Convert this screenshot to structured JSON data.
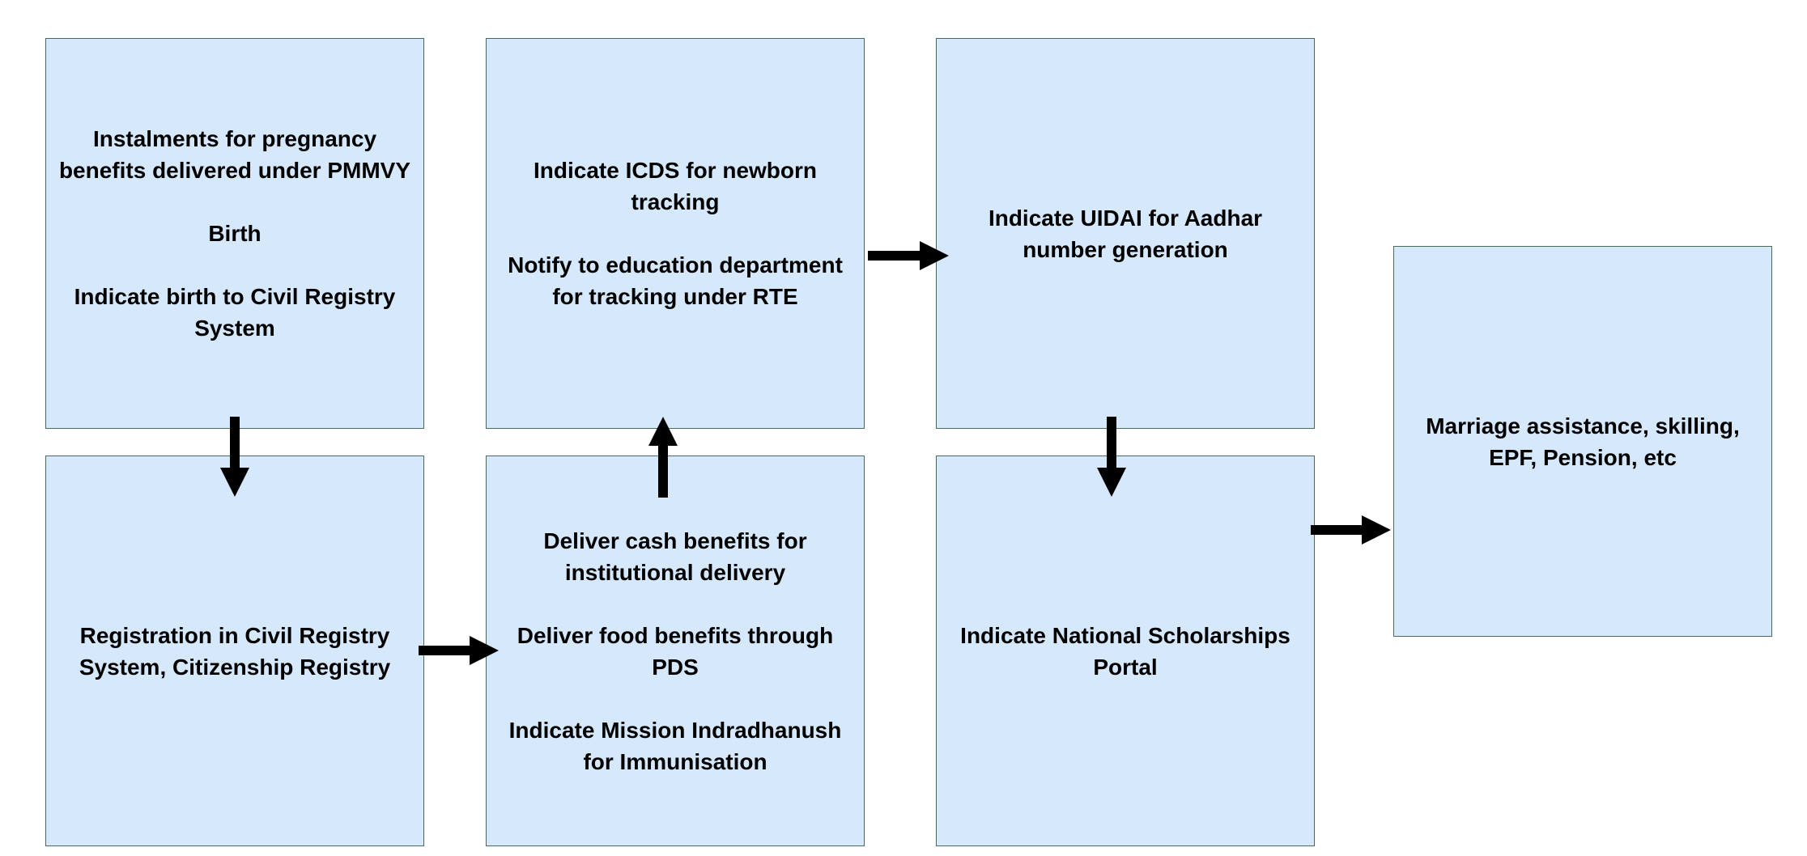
{
  "diagram": {
    "boxes": [
      {
        "id": "pmmvy-birth",
        "lines": [
          "Instalments for pregnancy benefits delivered under PMMVY",
          "Birth",
          "Indicate birth to Civil Registry System"
        ]
      },
      {
        "id": "civil-registration",
        "lines": [
          "Registration in Civil Registry System, Citizenship Registry"
        ]
      },
      {
        "id": "cash-food-immunisation",
        "lines": [
          "Deliver cash benefits for institutional delivery",
          "Deliver food benefits through PDS",
          "Indicate Mission Indradhanush for Immunisation"
        ]
      },
      {
        "id": "icds-rte",
        "lines": [
          "Indicate ICDS for newborn tracking",
          "Notify to education department for tracking under RTE"
        ]
      },
      {
        "id": "uidai-aadhar",
        "lines": [
          "Indicate UIDAI for Aadhar number generation"
        ]
      },
      {
        "id": "scholarships",
        "lines": [
          "Indicate National Scholarships Portal"
        ]
      },
      {
        "id": "later-life",
        "lines": [
          "Marriage assistance, skilling, EPF, Pension, etc"
        ]
      }
    ],
    "connections": [
      {
        "from": "pmmvy-birth",
        "to": "civil-registration"
      },
      {
        "from": "civil-registration",
        "to": "cash-food-immunisation"
      },
      {
        "from": "cash-food-immunisation",
        "to": "icds-rte"
      },
      {
        "from": "icds-rte",
        "to": "uidai-aadhar"
      },
      {
        "from": "uidai-aadhar",
        "to": "scholarships"
      },
      {
        "from": "scholarships",
        "to": "later-life"
      }
    ],
    "colors": {
      "box_fill": "#d6e8fc",
      "box_border": "#4a6b58",
      "text": "#000000",
      "arrow": "#000000"
    }
  }
}
